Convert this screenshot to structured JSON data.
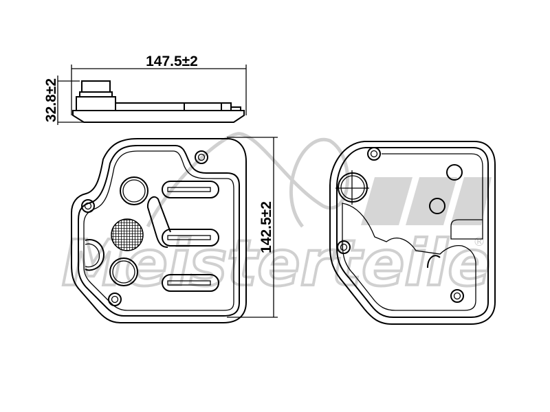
{
  "dimensions": {
    "width": "147.5±2",
    "height": "32.8±2",
    "depth": "142.5±2"
  },
  "watermark": {
    "text": "Meisterteile",
    "registered": "®"
  },
  "colors": {
    "line": "#000000",
    "watermark": "#c8c8c8",
    "background": "#ffffff"
  }
}
